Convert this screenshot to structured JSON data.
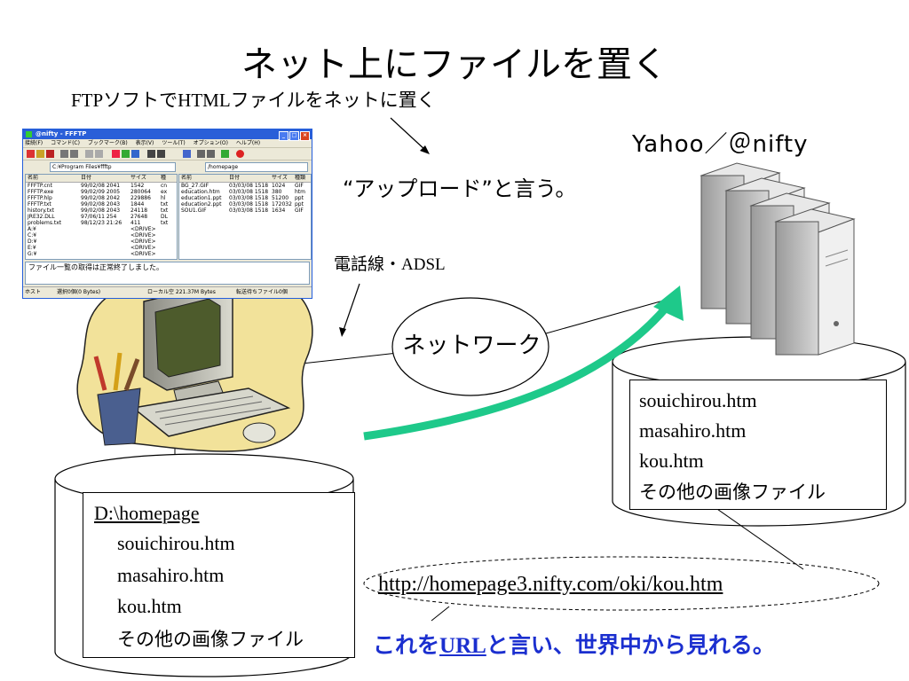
{
  "title": "ネット上にファイルを置く",
  "subtitle": "FTPソフトでHTMLファイルをネットに置く",
  "upload_label": "“アップロード”と言う。",
  "server_label": "Yahoo／＠nifty",
  "line_label": "電話線・ADSL",
  "network_label": "ネットワーク",
  "ftp_window": {
    "title": "@nifty - FFFTP",
    "menu": [
      "接続(F)",
      "コマンド(C)",
      "ブックマーク(B)",
      "表示(V)",
      "ツール(T)",
      "オプション(O)",
      "ヘルプ(H)"
    ],
    "local_path": "C:¥Program Files¥ffftp",
    "remote_path": "/homepage",
    "local_headers": [
      "名前",
      "日付",
      "サイズ",
      "種"
    ],
    "remote_headers": [
      "名前",
      "日付",
      "サイズ",
      "種類"
    ],
    "local_rows": [
      [
        "FFFTP.cnt",
        "99/02/08 2041",
        "1542",
        "cn"
      ],
      [
        "FFFTP.exe",
        "99/02/09 2005",
        "280064",
        "ex"
      ],
      [
        "FFFTP.hlp",
        "99/02/08 2042",
        "229886",
        "hl"
      ],
      [
        "FFFTP.txt",
        "99/02/08 2043",
        "1844",
        "txt"
      ],
      [
        "history.txt",
        "99/02/08 2043",
        "24118",
        "txt"
      ],
      [
        "JRE32.DLL",
        "97/06/11 254",
        "27648",
        "DL"
      ],
      [
        "problems.txt",
        "98/12/23 21:26",
        "411",
        "txt"
      ],
      [
        "A:¥",
        "",
        "<DRIVE>",
        ""
      ],
      [
        "C:¥",
        "",
        "<DRIVE>",
        ""
      ],
      [
        "D:¥",
        "",
        "<DRIVE>",
        ""
      ],
      [
        "E:¥",
        "",
        "<DRIVE>",
        ""
      ],
      [
        "G:¥",
        "",
        "<DRIVE>",
        ""
      ]
    ],
    "remote_rows": [
      [
        "BG_27.GIF",
        "03/03/08 1518",
        "1024",
        "GIF"
      ],
      [
        "education.htm",
        "03/03/08 1518",
        "380",
        "htm"
      ],
      [
        "education1.ppt",
        "03/03/08 1518",
        "51200",
        "ppt"
      ],
      [
        "education2.ppt",
        "03/03/08 1518",
        "172032",
        "ppt"
      ],
      [
        "SOU1.GIF",
        "03/03/08 1518",
        "1634",
        "GIF"
      ]
    ],
    "status_message": "ファイル一覧の取得は正常終了しました。",
    "statusbar": [
      "ホスト",
      "選択0個(0 Bytes)",
      "ローカル空 221.37M Bytes",
      "転送待ちファイル0個"
    ]
  },
  "local_files": {
    "folder": "D:\\homepage",
    "items": [
      "souichirou.htm",
      "masahiro.htm",
      "kou.htm",
      "その他の画像ファイル"
    ]
  },
  "server_files": [
    "souichirou.htm",
    "masahiro.htm",
    "kou.htm",
    "その他の画像ファイル"
  ],
  "url": "http://homepage3.nifty.com/oki/kou.htm",
  "caption": {
    "before": "これを",
    "url_word": "URL",
    "after": "と言い、世界中から見れる。"
  },
  "colors": {
    "arrow": "#1ec98a",
    "caption": "#1b2fcf",
    "blob": "#f2e29a",
    "server_gray": "#c8c8c8"
  }
}
